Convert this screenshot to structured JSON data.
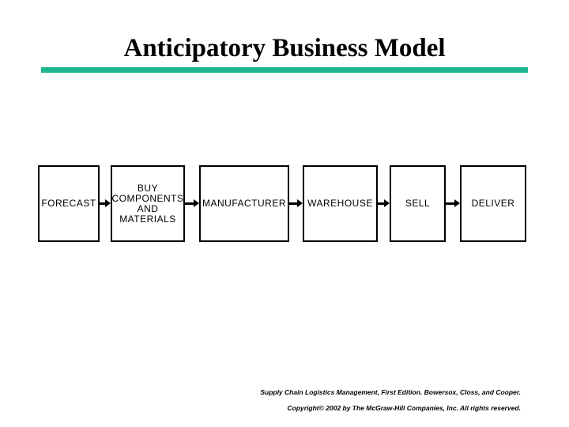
{
  "slide": {
    "title": "Anticipatory Business Model",
    "accent_color": "#20B491",
    "background_color": "#FFFFFF",
    "box_border_color": "#000000"
  },
  "flow": {
    "boxes": [
      {
        "label": "FORECAST"
      },
      {
        "label": "BUY COMPONENTS AND MATERIALS"
      },
      {
        "label": "MANUFACTURER"
      },
      {
        "label": "WAREHOUSE"
      },
      {
        "label": "SELL"
      },
      {
        "label": "DELIVER"
      }
    ],
    "arrow_icon": "arrow-right"
  },
  "footer": {
    "line1": "Supply Chain Logistics Management, First Edition. Bowersox, Closs, and Cooper.",
    "line2": "Copyright© 2002 by The McGraw-Hill Companies, Inc. All rights reserved."
  }
}
